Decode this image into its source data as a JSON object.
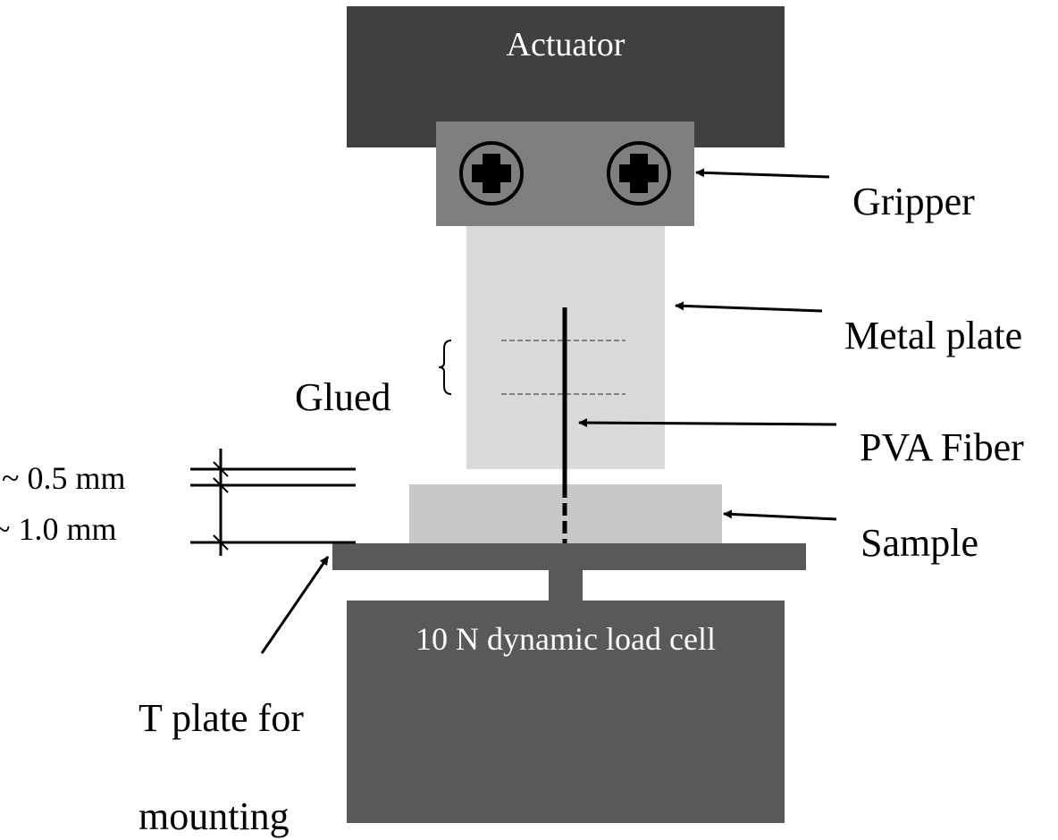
{
  "labels": {
    "actuator": "Actuator",
    "gripper": "Gripper",
    "metal_plate": "Metal plate",
    "glued": "Glued",
    "pva_fiber": "PVA Fiber",
    "sample": "Sample",
    "gap_small": "~ 0.5 mm",
    "gap_large": "~ 1.0 mm",
    "load_cell": "10 N dynamic load cell",
    "t_plate_line1": "T plate for",
    "t_plate_line2": "mounting"
  },
  "colors": {
    "actuator": "#404040",
    "gripper": "#7f7f7f",
    "metal_plate": "#d9d9d9",
    "sample": "#c8c8c8",
    "t_plate": "#595959",
    "load_cell": "#595959",
    "glue_line": "#808080",
    "fiber": "#000000"
  }
}
